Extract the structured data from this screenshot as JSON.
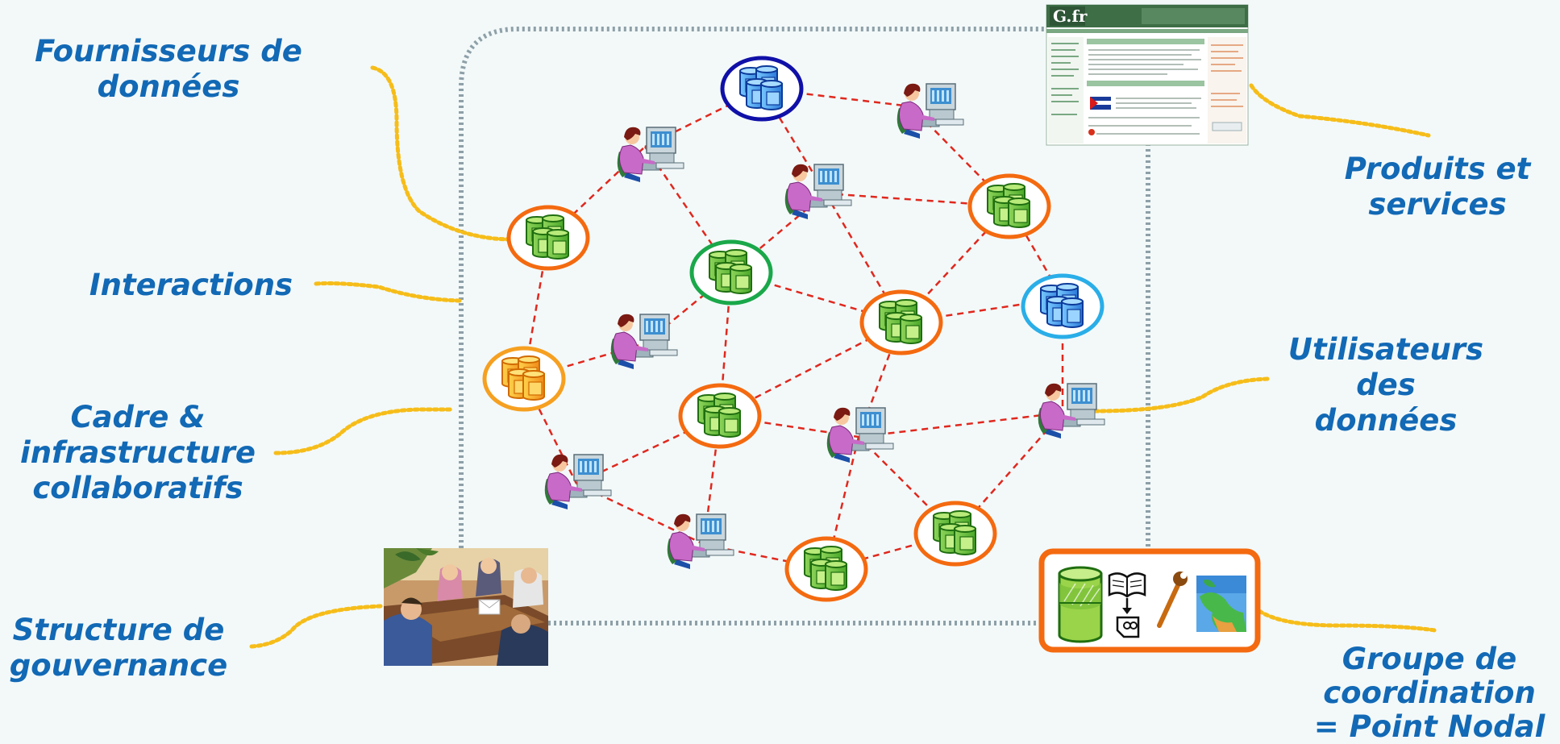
{
  "labels": {
    "fournisseurs": [
      "Fournisseurs de",
      "données"
    ],
    "interactions": [
      "Interactions"
    ],
    "cadre": [
      "Cadre &",
      "infrastructure",
      "collaboratifs"
    ],
    "structure": [
      "Structure de",
      "gouvernance"
    ],
    "produits": [
      "Produits et",
      "services"
    ],
    "utilisateurs": [
      "Utilisateurs",
      "des",
      "données"
    ],
    "groupe": [
      "Groupe de",
      "coordination",
      "= Point Nodal"
    ]
  },
  "website_thumbnail": {
    "logo": "G.fr"
  },
  "colors": {
    "label_text": "#1269b5",
    "connector_dots": "#f6bd1a",
    "boundary_dots": "#8ea0a8",
    "network_edges": "#e0281e",
    "ring_orange": "#f46a10",
    "ring_green": "#1aa84a",
    "ring_navy": "#1010a8",
    "ring_cyan": "#2aaee8",
    "database_green": "#2e9c1e",
    "database_orange": "#f3a21a",
    "database_blue": "#2468c8"
  },
  "icons": {
    "database_node": "database-cluster-icon",
    "user_node": "user-at-computer-icon",
    "meeting": "meeting-illustration",
    "tools": [
      "database-icon",
      "book-icon",
      "wrench-icon",
      "map-icon"
    ]
  }
}
